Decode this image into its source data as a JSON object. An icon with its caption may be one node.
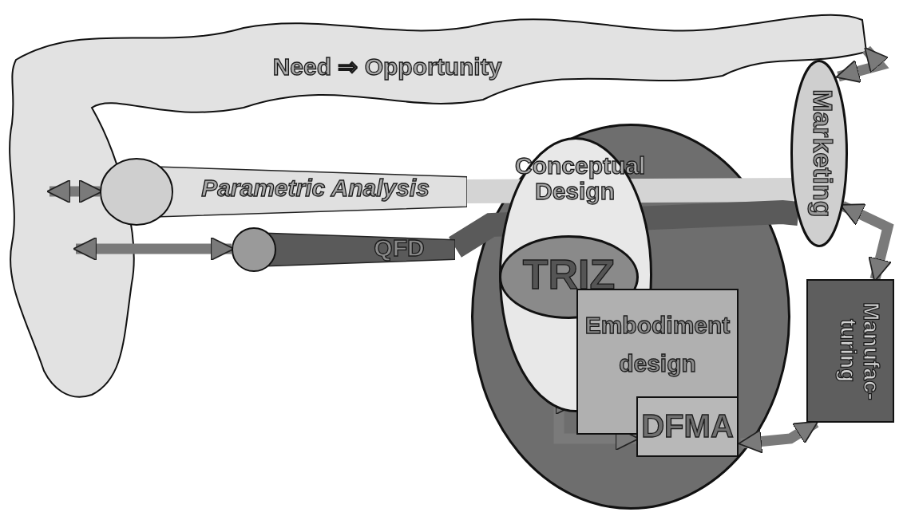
{
  "diagram": {
    "nodes": [
      {
        "text": [
          "Need ⇒ Opportunity"
        ]
      },
      {
        "text": [
          "Parametric Analysis"
        ]
      },
      {
        "text": [
          "QFD"
        ]
      },
      {
        "text": [],
        "shape": "ellipse"
      },
      {
        "text": [
          "Conceptual Design"
        ],
        "in": 3
      },
      {
        "text": [
          "TRIZ"
        ],
        "in": 4
      },
      {
        "text": [
          "Embodiment design"
        ],
        "in": 3
      },
      {
        "text": [
          "DFMA"
        ],
        "in": 3
      },
      {
        "text": [
          "Marketing"
        ]
      },
      {
        "text": [
          "Manufac- turing"
        ]
      }
    ],
    "edges": [
      {
        "from": 0,
        "to": 1,
        "arrow": "both"
      },
      {
        "from": 0,
        "to": 2,
        "arrow": "both"
      },
      {
        "from": 1,
        "to": 8,
        "arrow": "none",
        "style": "thick",
        "color": "#d4d4d4"
      },
      {
        "from": 2,
        "to": 8,
        "arrow": "none",
        "style": "thick",
        "color": "#5a5a5a"
      },
      {
        "from": 0,
        "to": 8,
        "arrow": "both"
      },
      {
        "from": 8,
        "to": 9,
        "arrow": "both"
      },
      {
        "from": 9,
        "to": 7,
        "arrow": "both"
      },
      {
        "from": 6,
        "to": 7,
        "arrow": "both"
      }
    ]
  }
}
